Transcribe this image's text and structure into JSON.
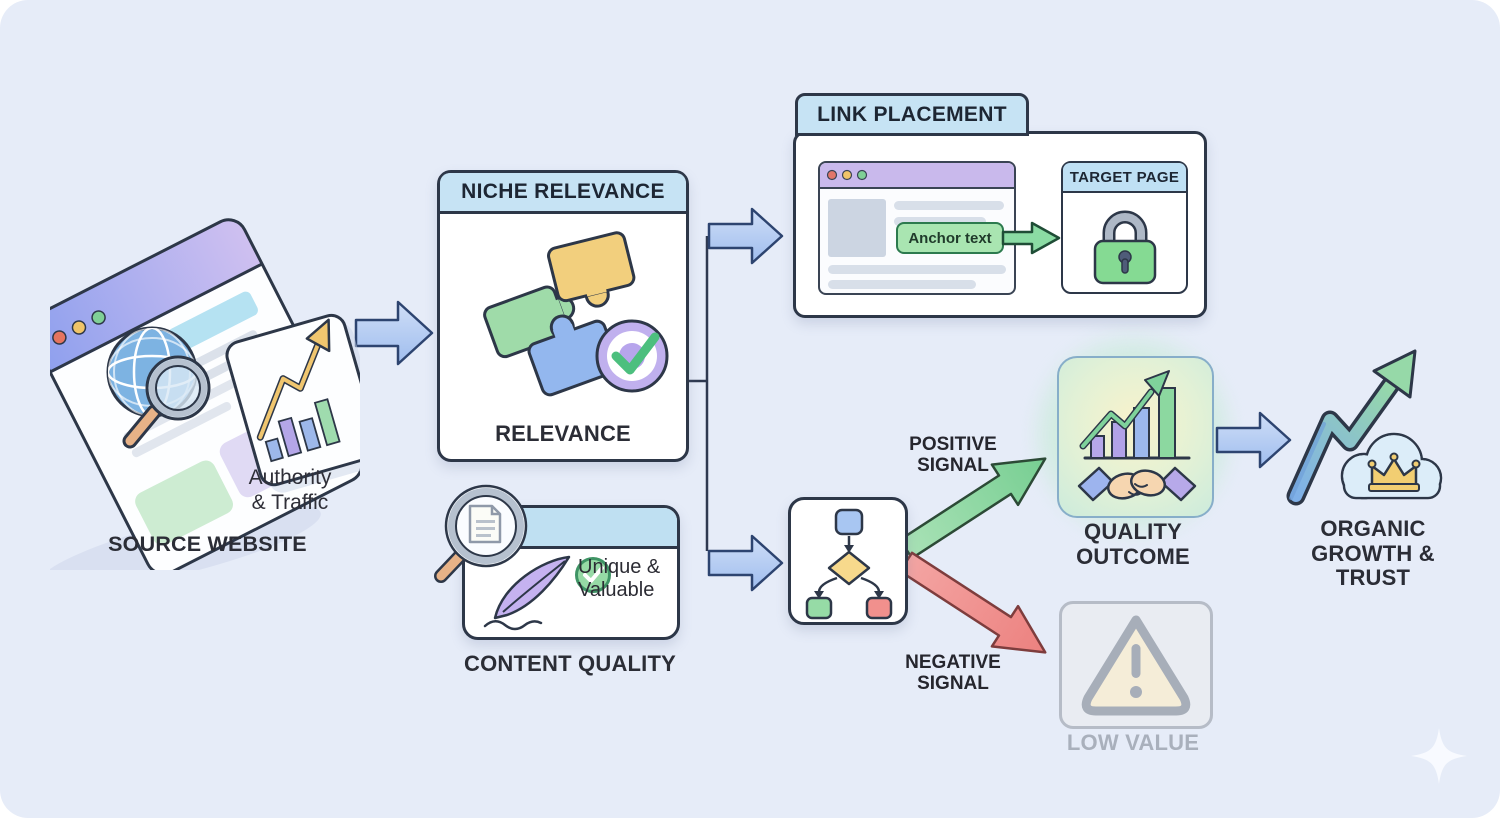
{
  "nodes": {
    "source_website": {
      "label": "SOURCE WEBSITE",
      "sublabel": "Authority\n& Traffic"
    },
    "niche_relevance": {
      "header": "NICHE RELEVANCE",
      "caption": "RELEVANCE"
    },
    "link_placement": {
      "header": "LINK PLACEMENT",
      "anchor_text": "Anchor text",
      "target_page_header": "TARGET PAGE"
    },
    "content_quality": {
      "label": "CONTENT QUALITY",
      "badge": "Unique &\nValuable"
    },
    "quality_outcome": {
      "label": "QUALITY\nOUTCOME"
    },
    "low_value": {
      "label": "LOW VALUE"
    },
    "organic_growth": {
      "label": "ORGANIC\nGROWTH &\nTRUST"
    }
  },
  "edges": {
    "positive": {
      "label": "POSITIVE\nSIGNAL"
    },
    "negative": {
      "label": "NEGATIVE\nSIGNAL"
    }
  },
  "colors": {
    "background": "#e6ecf8",
    "card_border": "#2d3748",
    "header_blue": "#c6e3f4",
    "arrow_blue": "#aec8f0",
    "positive_green": "#7fd29b",
    "negative_red": "#ef8d8b",
    "anchor_green": "#a9e5b1",
    "lock_green": "#85da93",
    "glow_yellow_green": "#f5f0c4",
    "low_value_gray": "#a9b0bc",
    "crown_yellow": "#f2ce72",
    "puzzle_green": "#9fdba9",
    "puzzle_blue": "#93b7ee",
    "puzzle_yellow": "#f2cf7d"
  }
}
